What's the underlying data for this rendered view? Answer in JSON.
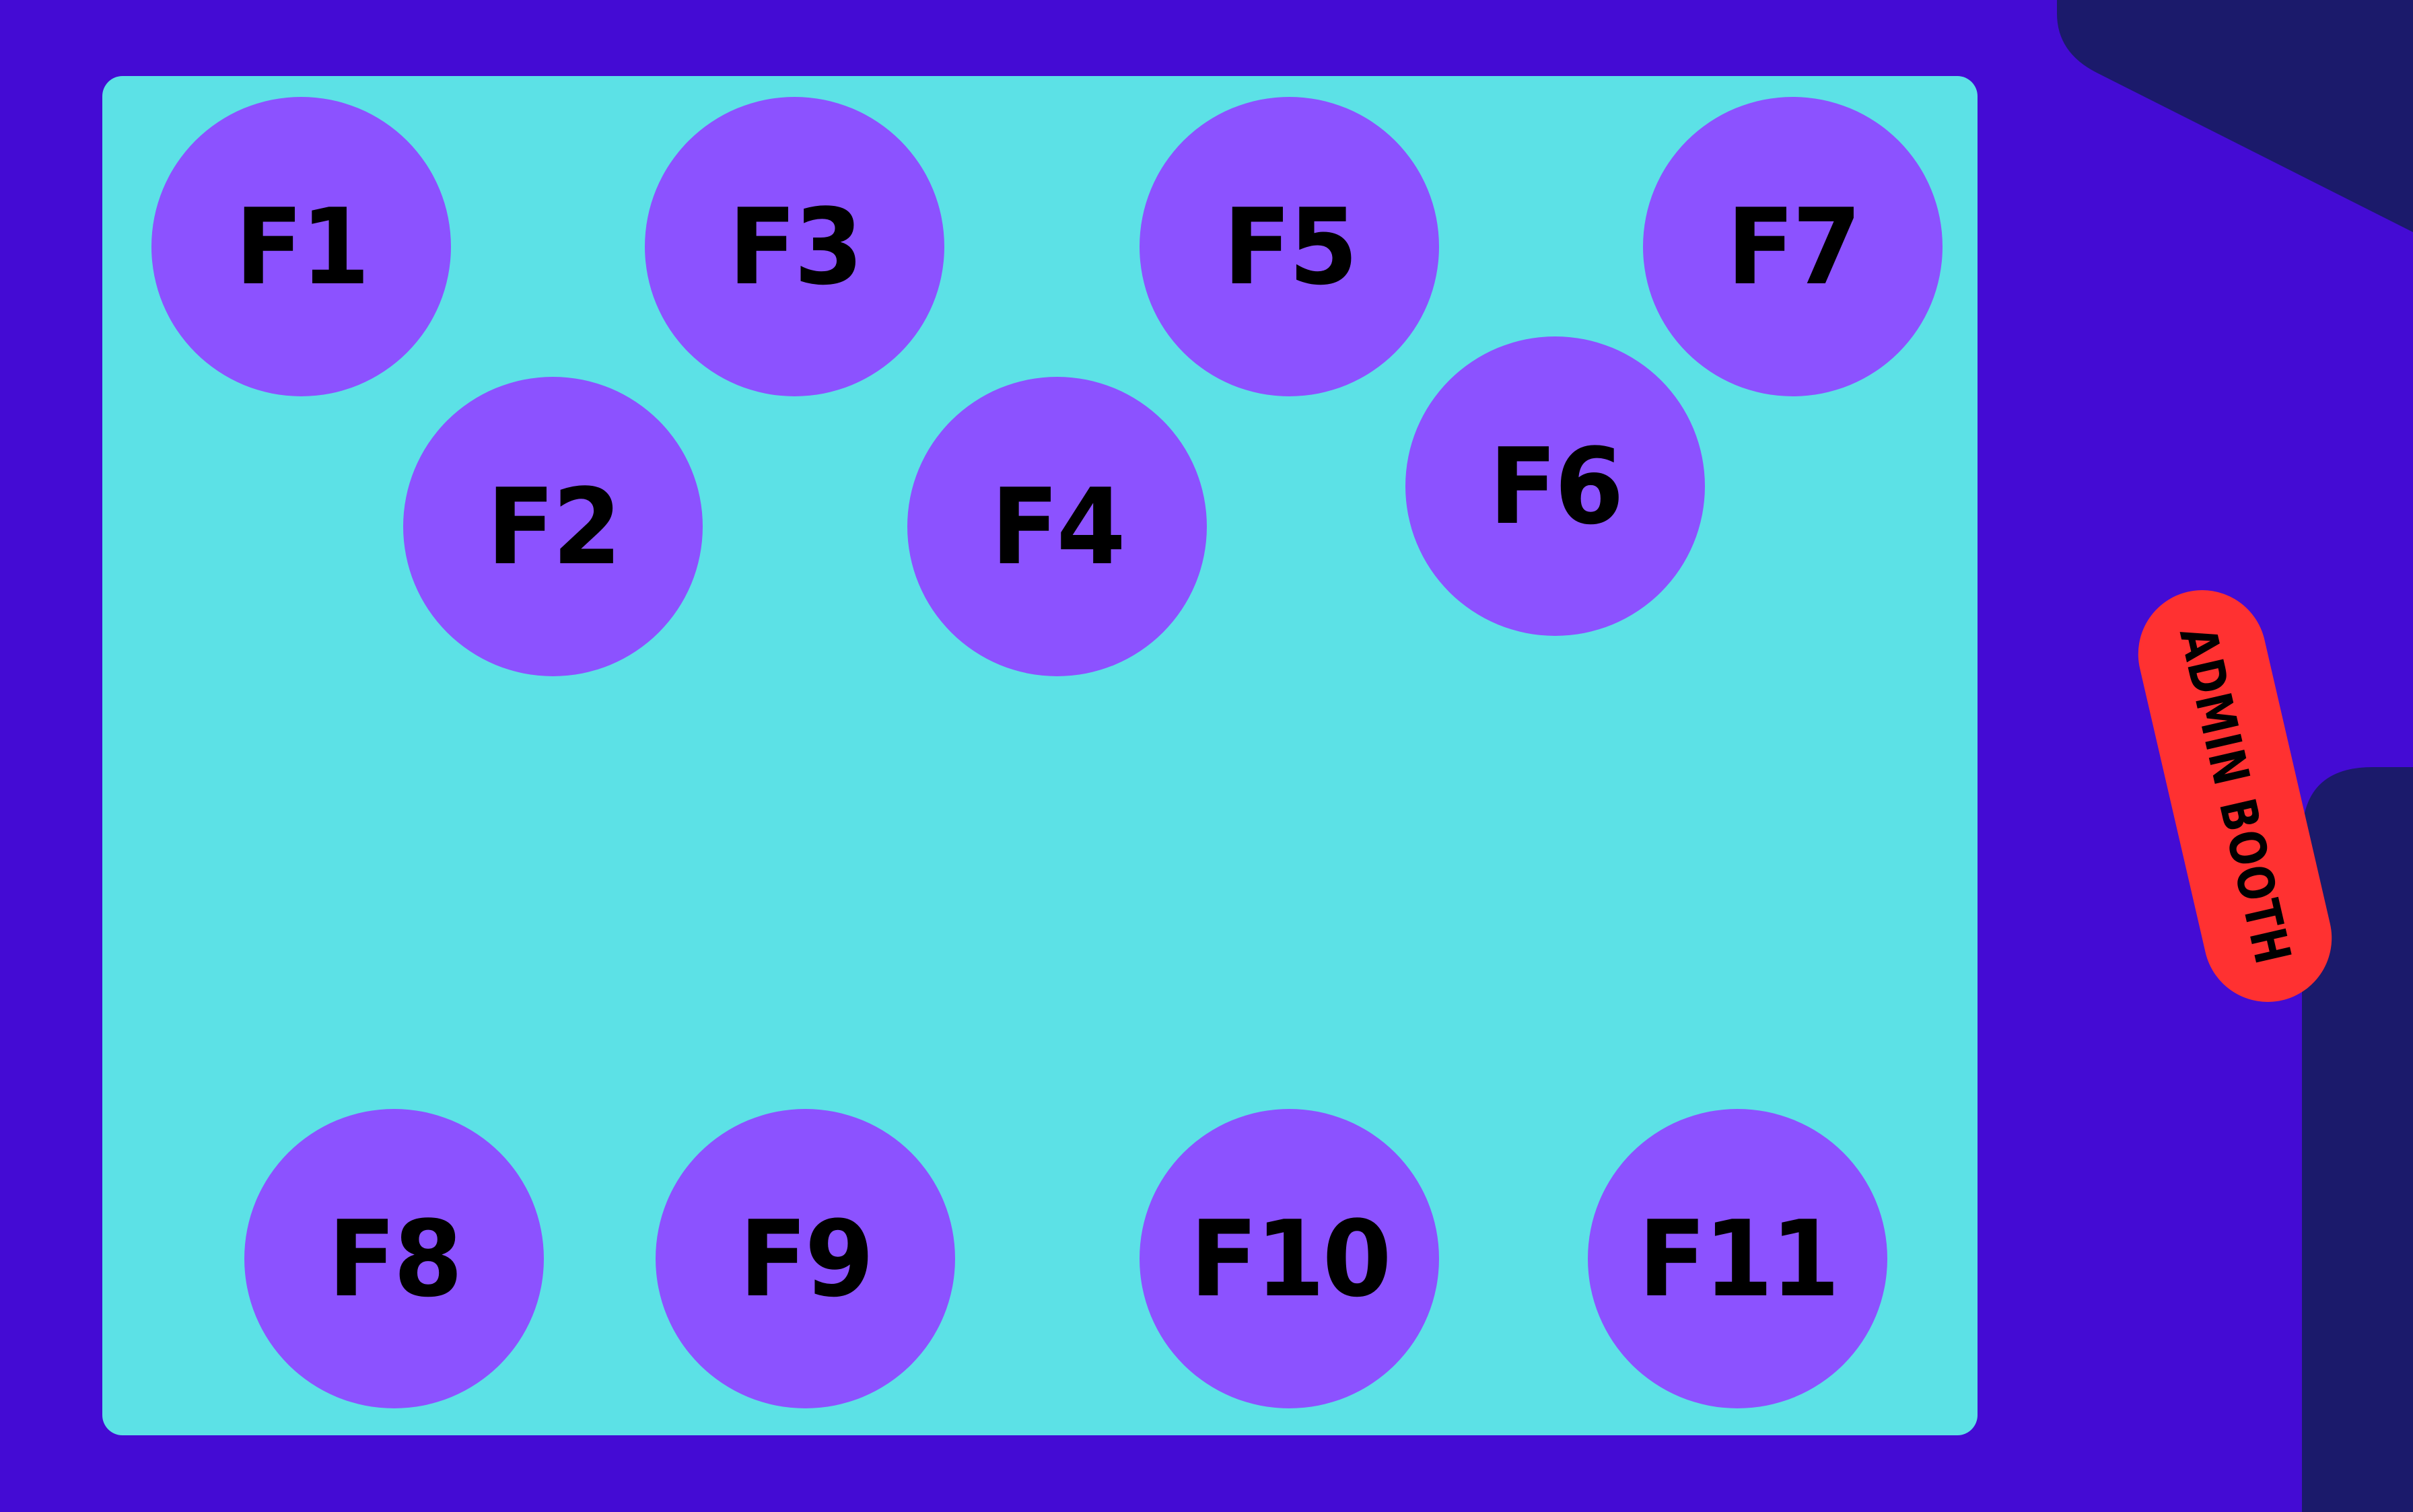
{
  "colors": {
    "background": "#440bd4",
    "dark_corner": "#1b1a6b",
    "floor": "#5ce1e6",
    "table": "#8c52ff",
    "admin_booth": "#ff3131",
    "label": "#000000"
  },
  "tables": [
    {
      "label": "F1"
    },
    {
      "label": "F2"
    },
    {
      "label": "F3"
    },
    {
      "label": "F4"
    },
    {
      "label": "F5"
    },
    {
      "label": "F6"
    },
    {
      "label": "F7"
    },
    {
      "label": "F8"
    },
    {
      "label": "F9"
    },
    {
      "label": "F10"
    },
    {
      "label": "F11"
    }
  ],
  "admin_booth": {
    "label": "ADMIN BOOTH"
  }
}
